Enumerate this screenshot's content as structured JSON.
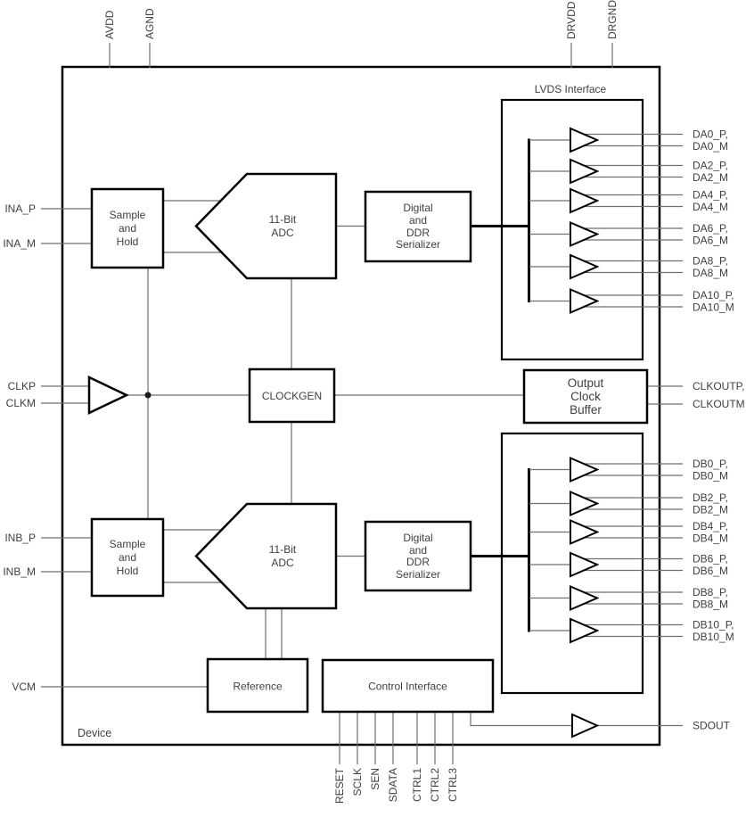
{
  "device_label": "Device",
  "lvds_interface_label": "LVDS Interface",
  "top_pins": [
    "AVDD",
    "AGND",
    "DRVDD",
    "DRGND"
  ],
  "left_pins": [
    "INA_P",
    "INA_M",
    "CLKP",
    "CLKM",
    "INB_P",
    "INB_M",
    "VCM"
  ],
  "bottom_pins": [
    "RESET",
    "SCLK",
    "SEN",
    "SDATA",
    "CTRL1",
    "CTRL2",
    "CTRL3"
  ],
  "right_pins": {
    "channel_a": [
      [
        "DA0_P,",
        "DA0_M"
      ],
      [
        "DA2_P,",
        "DA2_M"
      ],
      [
        "DA4_P,",
        "DA4_M"
      ],
      [
        "DA6_P,",
        "DA6_M"
      ],
      [
        "DA8_P,",
        "DA8_M"
      ],
      [
        "DA10_P,",
        "DA10_M"
      ]
    ],
    "clock": [
      "CLKOUTP,",
      "CLKOUTM"
    ],
    "channel_b": [
      [
        "DB0_P,",
        "DB0_M"
      ],
      [
        "DB2_P,",
        "DB2_M"
      ],
      [
        "DB4_P,",
        "DB4_M"
      ],
      [
        "DB6_P,",
        "DB6_M"
      ],
      [
        "DB8_P,",
        "DB8_M"
      ],
      [
        "DB10_P,",
        "DB10_M"
      ]
    ],
    "sdout": "SDOUT"
  },
  "blocks": {
    "sample_hold_a": [
      "Sample",
      "and",
      "Hold"
    ],
    "adc_a": [
      "11-Bit",
      "ADC"
    ],
    "serializer_a": [
      "Digital",
      "and",
      "DDR",
      "Serializer"
    ],
    "clockgen": "CLOCKGEN",
    "output_clock_buffer": [
      "Output",
      "Clock",
      "Buffer"
    ],
    "sample_hold_b": [
      "Sample",
      "and",
      "Hold"
    ],
    "adc_b": [
      "11-Bit",
      "ADC"
    ],
    "serializer_b": [
      "Digital",
      "and",
      "DDR",
      "Serializer"
    ],
    "reference": "Reference",
    "control_interface": "Control Interface"
  },
  "colors": {
    "background": "#ffffff",
    "outline": "#000000",
    "wire": "#6f6f6f",
    "text": "#404040"
  }
}
